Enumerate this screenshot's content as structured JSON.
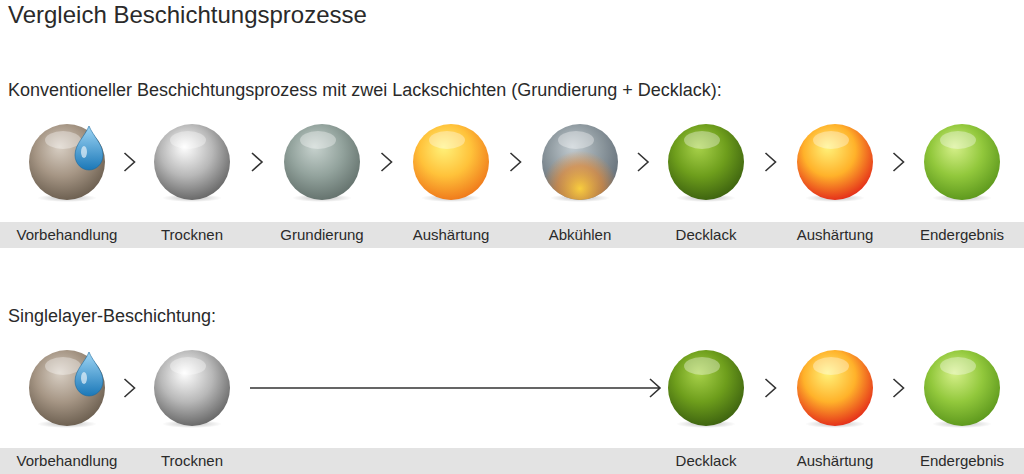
{
  "diagram": {
    "title": "Vergleich Beschichtungsprozesse",
    "nodes": [
      {
        "text": [
          "Vorbehandlung"
        ]
      },
      {
        "text": [
          "Trocknen"
        ]
      },
      {
        "text": [
          "Grundierung"
        ]
      },
      {
        "text": [
          "Aushärtung"
        ]
      },
      {
        "text": [
          "Abkühlen"
        ]
      },
      {
        "text": [
          "Decklack"
        ]
      },
      {
        "text": [
          "Aushärtung"
        ]
      },
      {
        "text": [
          "Endergebnis"
        ]
      },
      {
        "text": [
          "Vorbehandlung"
        ]
      },
      {
        "text": [
          "Trocknen"
        ]
      },
      {
        "text": [
          "Decklack"
        ]
      },
      {
        "text": [
          "Aushärtung"
        ]
      },
      {
        "text": [
          "Endergebnis"
        ]
      }
    ],
    "edges": [
      {
        "from": 0,
        "to": 1,
        "arrow": "to"
      },
      {
        "from": 1,
        "to": 2,
        "arrow": "to"
      },
      {
        "from": 2,
        "to": 3,
        "arrow": "to"
      },
      {
        "from": 3,
        "to": 4,
        "arrow": "to"
      },
      {
        "from": 4,
        "to": 5,
        "arrow": "to"
      },
      {
        "from": 5,
        "to": 6,
        "arrow": "to"
      },
      {
        "from": 6,
        "to": 7,
        "arrow": "to"
      },
      {
        "from": 8,
        "to": 9,
        "arrow": "to"
      },
      {
        "from": 9,
        "to": 10,
        "arrow": "to"
      },
      {
        "from": 10,
        "to": 11,
        "arrow": "to"
      },
      {
        "from": 11,
        "to": 12,
        "arrow": "to"
      }
    ],
    "labels": [
      "Konventioneller Beschichtungsprozess mit zwei Lackschichten (Grundierung + Decklack):",
      "Singlelayer-Beschichtung:"
    ]
  }
}
